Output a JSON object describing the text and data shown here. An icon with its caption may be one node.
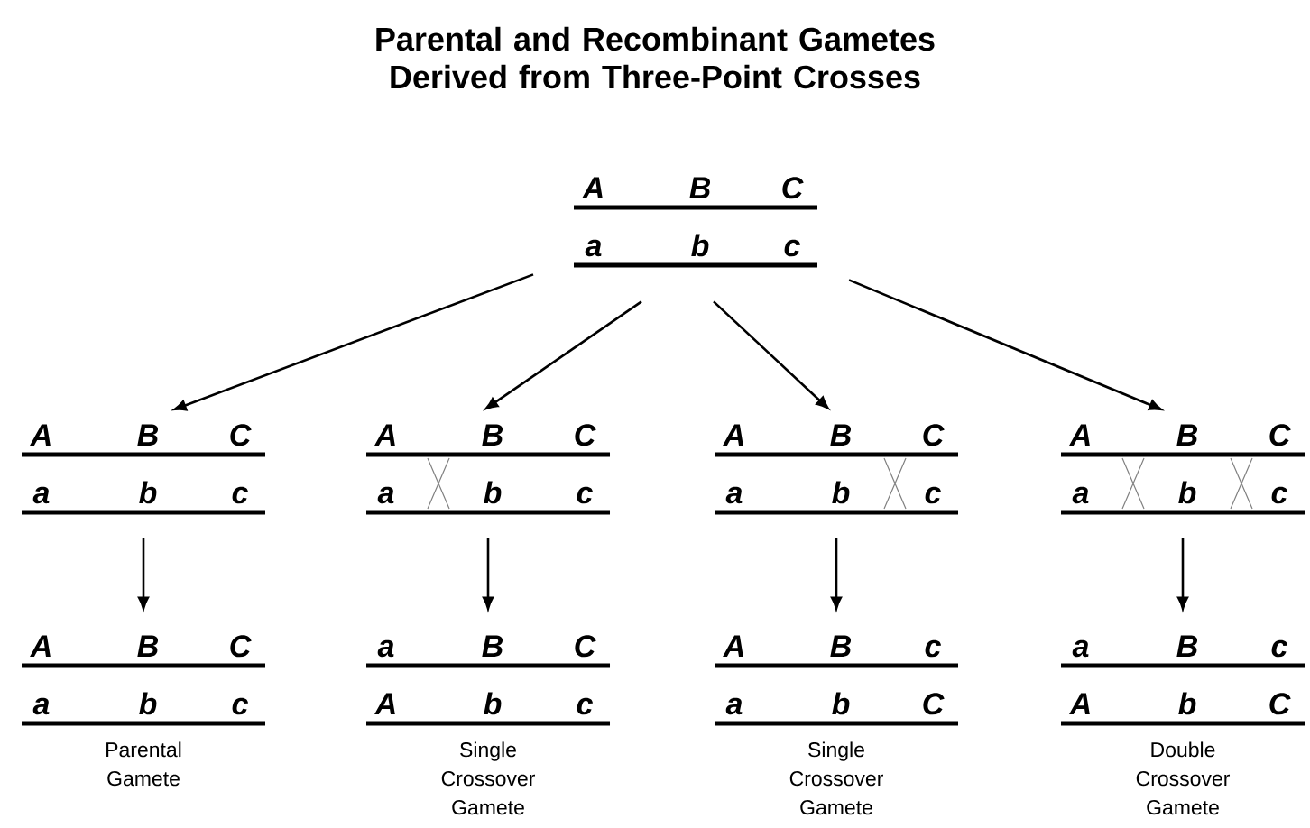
{
  "diagram": {
    "title": "Parental and Recombinant Gametes Derived from Three-Point Crosses",
    "nodes": [
      {
        "text": [
          "A",
          "B",
          "C",
          "a",
          "b",
          "c"
        ]
      },
      {
        "text": [
          "A",
          "B",
          "C",
          "a",
          "b",
          "c"
        ]
      },
      {
        "text": [
          "A",
          "B",
          "C",
          "a",
          "b",
          "c"
        ]
      },
      {
        "text": [
          "A",
          "B",
          "C",
          "a",
          "b",
          "c"
        ]
      },
      {
        "text": [
          "A",
          "B",
          "C",
          "a",
          "b",
          "c"
        ]
      },
      {
        "text": [
          "A",
          "B",
          "C",
          "a",
          "b",
          "c"
        ],
        "beside": [
          "Parental Gamete"
        ]
      },
      {
        "text": [
          "a",
          "B",
          "C",
          "A",
          "b",
          "c"
        ],
        "beside": [
          "Single Crossover Gamete"
        ]
      },
      {
        "text": [
          "A",
          "B",
          "c",
          "a",
          "b",
          "C"
        ],
        "beside": [
          "Single Crossover Gamete"
        ]
      },
      {
        "text": [
          "a",
          "B",
          "c",
          "A",
          "b",
          "C"
        ],
        "beside": [
          "Double Crossover Gamete"
        ]
      }
    ],
    "edges": [
      {
        "from": 0,
        "to": 1,
        "arrow": "to"
      },
      {
        "from": 0,
        "to": 2,
        "arrow": "to"
      },
      {
        "from": 0,
        "to": 3,
        "arrow": "to"
      },
      {
        "from": 0,
        "to": 4,
        "arrow": "to"
      },
      {
        "from": 1,
        "to": 5,
        "arrow": "to"
      },
      {
        "from": 2,
        "to": 6,
        "arrow": "to"
      },
      {
        "from": 3,
        "to": 7,
        "arrow": "to"
      },
      {
        "from": 4,
        "to": 8,
        "arrow": "to"
      }
    ]
  }
}
